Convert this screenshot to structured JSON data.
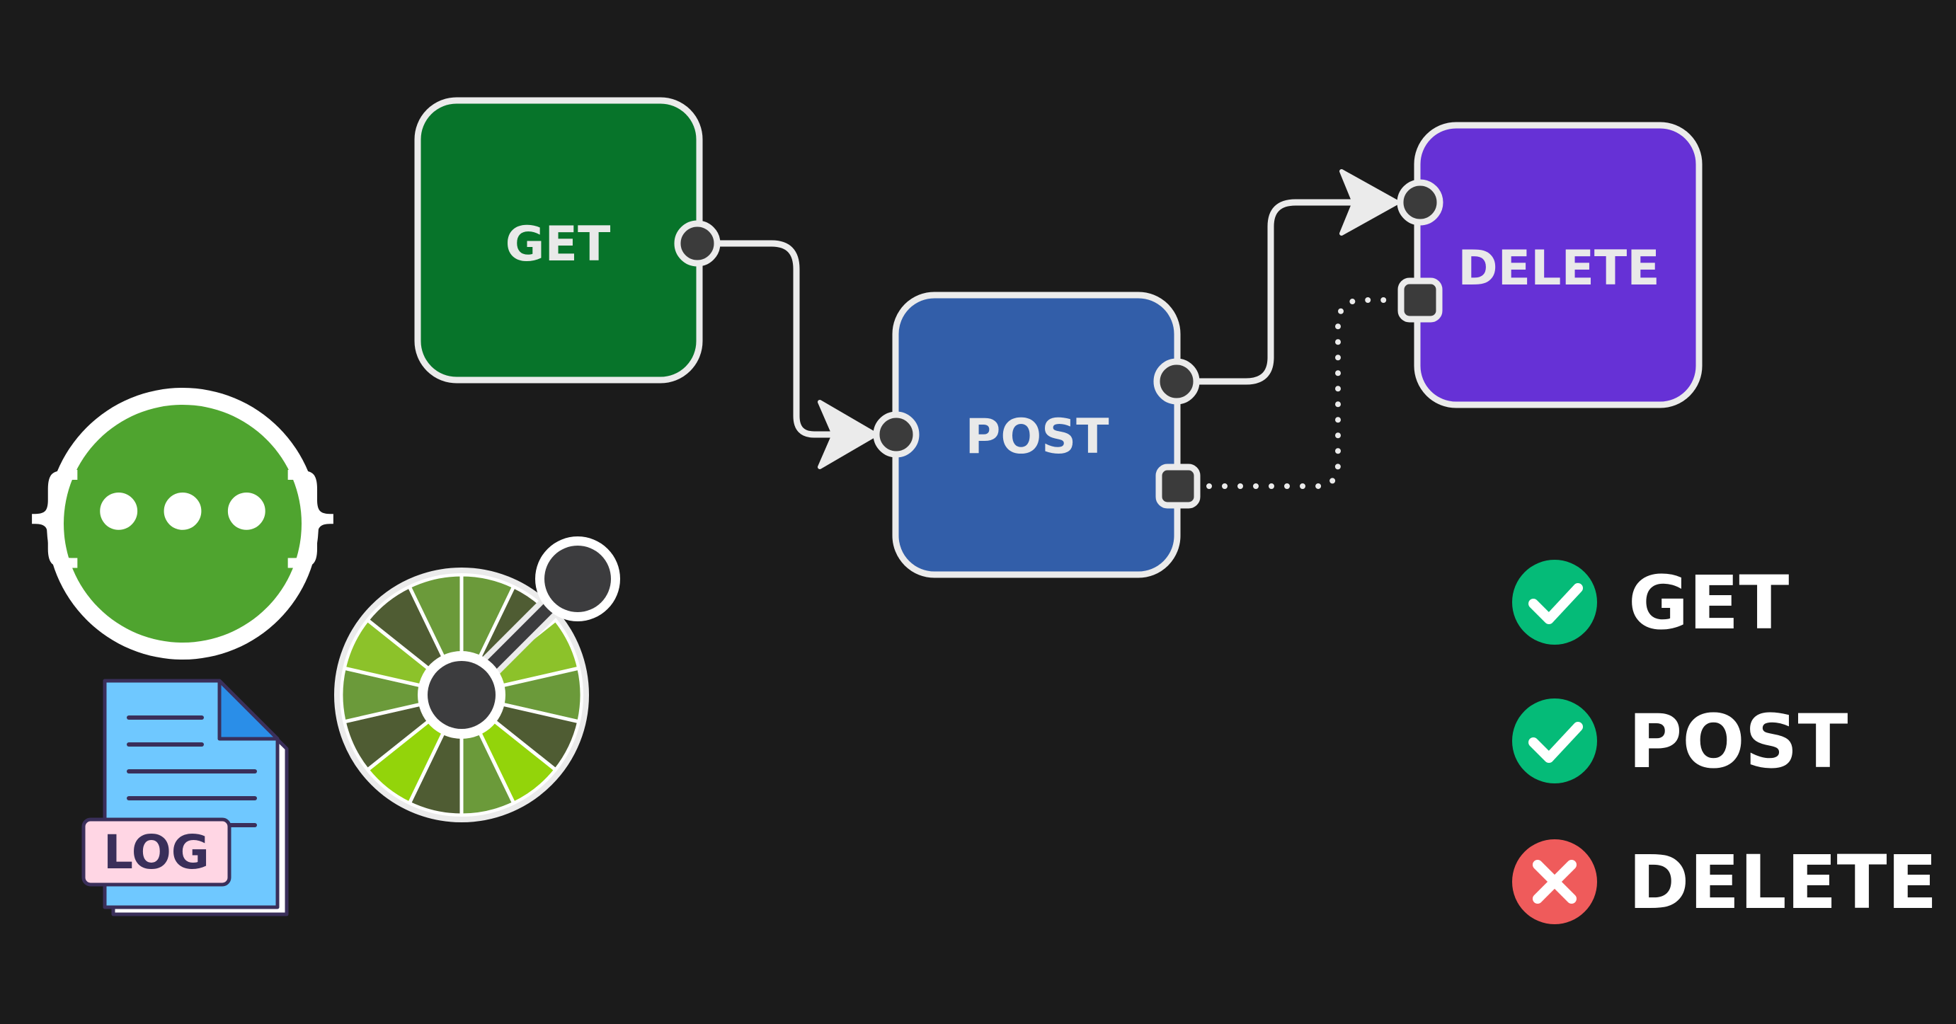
{
  "colors": {
    "background": "#1b1b1b",
    "stroke": "#ebebeb",
    "get_node": "#07742a",
    "post_node": "#325ea9",
    "delete_node": "#6631d6",
    "swagger_green": "#4fa42f",
    "success": "#05bb78",
    "error": "#ef5b5b",
    "log_file": "#6fc8ff",
    "log_tag": "#ffd6e4",
    "log_text": "#3a2f5a"
  },
  "nodes": {
    "get": {
      "label": "GET"
    },
    "post": {
      "label": "POST"
    },
    "delete": {
      "label": "DELETE"
    }
  },
  "edges": [
    {
      "from": "GET",
      "to": "POST",
      "style": "solid-arrow"
    },
    {
      "from": "POST",
      "to": "DELETE",
      "style": "solid-arrow"
    },
    {
      "from": "POST",
      "to": "DELETE",
      "style": "dotted"
    }
  ],
  "icons": {
    "swagger": {
      "name": "swagger-icon",
      "glyph": "{•••}"
    },
    "log": {
      "name": "log-file-icon",
      "tag": "LOG"
    },
    "openapi": {
      "name": "openapi-icon"
    }
  },
  "legend": [
    {
      "label": "GET",
      "status": "success",
      "icon": "check-circle-icon"
    },
    {
      "label": "POST",
      "status": "success",
      "icon": "check-circle-icon"
    },
    {
      "label": "DELETE",
      "status": "error",
      "icon": "x-circle-icon"
    }
  ]
}
